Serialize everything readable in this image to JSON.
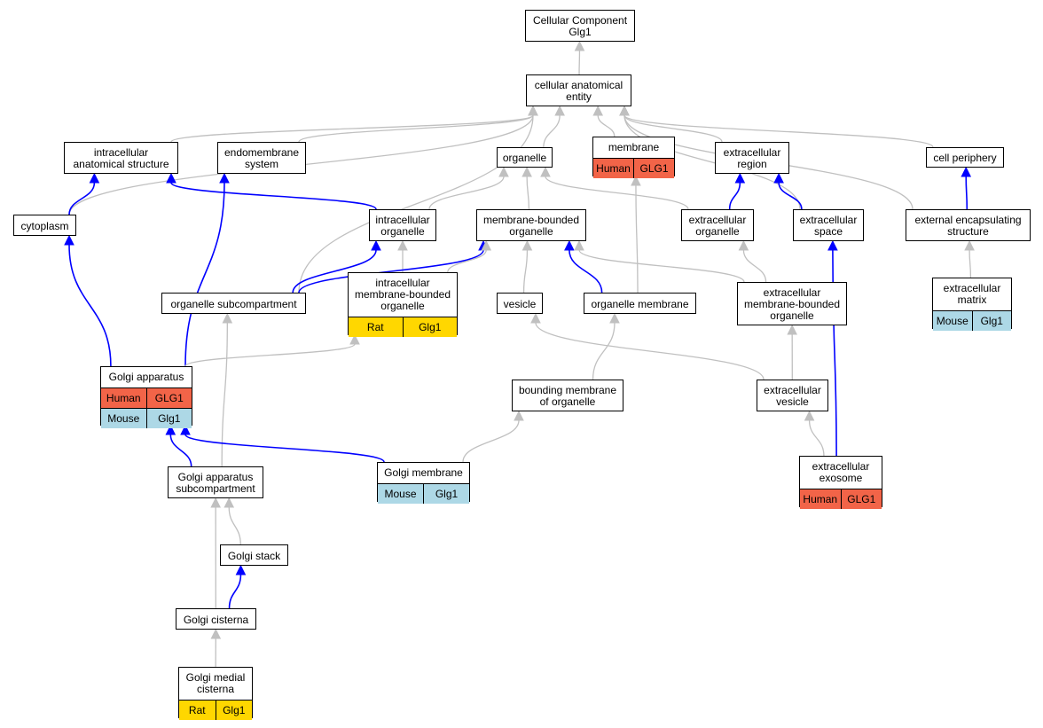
{
  "colors": {
    "highlight_edge": "#0000ff",
    "plain_edge": "#c0c0c0",
    "human": "#f26448",
    "mouse": "#add8e6",
    "rat": "#ffd700"
  },
  "nodes": {
    "root": {
      "label": "Cellular Component\nGlg1"
    },
    "cellular_anatomical_entity": {
      "label": "cellular anatomical\nentity"
    },
    "intracellular_anatomical_structure": {
      "label": "intracellular\nanatomical structure"
    },
    "endomembrane_system": {
      "label": "endomembrane\nsystem"
    },
    "organelle": {
      "label": "organelle"
    },
    "membrane": {
      "label": "membrane",
      "rows": [
        {
          "species": "Human",
          "gene": "GLG1"
        }
      ]
    },
    "extracellular_region": {
      "label": "extracellular\nregion"
    },
    "cell_periphery": {
      "label": "cell periphery"
    },
    "cytoplasm": {
      "label": "cytoplasm"
    },
    "intracellular_organelle": {
      "label": "intracellular\norganelle"
    },
    "membrane_bounded_organelle": {
      "label": "membrane-bounded\norganelle"
    },
    "extracellular_organelle": {
      "label": "extracellular\norganelle"
    },
    "extracellular_space": {
      "label": "extracellular\nspace"
    },
    "external_encapsulating_structure": {
      "label": "external encapsulating\nstructure"
    },
    "organelle_subcompartment": {
      "label": "organelle subcompartment"
    },
    "intracellular_membrane_bounded_organelle": {
      "label": "intracellular\nmembrane-bounded\norganelle",
      "rows": [
        {
          "species": "Rat",
          "gene": "Glg1"
        }
      ]
    },
    "vesicle": {
      "label": "vesicle"
    },
    "organelle_membrane": {
      "label": "organelle membrane"
    },
    "extracellular_membrane_bounded_organelle": {
      "label": "extracellular\nmembrane-bounded\norganelle"
    },
    "extracellular_matrix": {
      "label": "extracellular\nmatrix",
      "rows": [
        {
          "species": "Mouse",
          "gene": "Glg1"
        }
      ]
    },
    "golgi_apparatus": {
      "label": "Golgi apparatus",
      "rows": [
        {
          "species": "Human",
          "gene": "GLG1"
        },
        {
          "species": "Mouse",
          "gene": "Glg1"
        }
      ]
    },
    "bounding_membrane_of_organelle": {
      "label": "bounding membrane\nof organelle"
    },
    "extracellular_vesicle": {
      "label": "extracellular\nvesicle"
    },
    "golgi_membrane": {
      "label": "Golgi membrane",
      "rows": [
        {
          "species": "Mouse",
          "gene": "Glg1"
        }
      ]
    },
    "extracellular_exosome": {
      "label": "extracellular\nexosome",
      "rows": [
        {
          "species": "Human",
          "gene": "GLG1"
        }
      ]
    },
    "golgi_apparatus_subcompartment": {
      "label": "Golgi apparatus\nsubcompartment"
    },
    "golgi_stack": {
      "label": "Golgi stack"
    },
    "golgi_cisterna": {
      "label": "Golgi cisterna"
    },
    "golgi_medial_cisterna": {
      "label": "Golgi medial\ncisterna",
      "rows": [
        {
          "species": "Rat",
          "gene": "Glg1"
        }
      ]
    }
  },
  "edges": [
    {
      "from": "cellular_anatomical_entity",
      "to": "root",
      "style": "plain"
    },
    {
      "from": "intracellular_anatomical_structure",
      "to": "cellular_anatomical_entity",
      "style": "plain"
    },
    {
      "from": "endomembrane_system",
      "to": "cellular_anatomical_entity",
      "style": "plain"
    },
    {
      "from": "organelle",
      "to": "cellular_anatomical_entity",
      "style": "plain"
    },
    {
      "from": "membrane",
      "to": "cellular_anatomical_entity",
      "style": "plain"
    },
    {
      "from": "extracellular_region",
      "to": "cellular_anatomical_entity",
      "style": "plain"
    },
    {
      "from": "cell_periphery",
      "to": "cellular_anatomical_entity",
      "style": "plain"
    },
    {
      "from": "cytoplasm",
      "to": "cellular_anatomical_entity",
      "style": "plain"
    },
    {
      "from": "organelle_subcompartment",
      "to": "cellular_anatomical_entity",
      "style": "plain"
    },
    {
      "from": "extracellular_space",
      "to": "cellular_anatomical_entity",
      "style": "plain"
    },
    {
      "from": "external_encapsulating_structure",
      "to": "cellular_anatomical_entity",
      "style": "plain"
    },
    {
      "from": "cytoplasm",
      "to": "intracellular_anatomical_structure",
      "style": "highlight"
    },
    {
      "from": "intracellular_organelle",
      "to": "intracellular_anatomical_structure",
      "style": "highlight"
    },
    {
      "from": "golgi_apparatus",
      "to": "endomembrane_system",
      "style": "highlight"
    },
    {
      "from": "intracellular_organelle",
      "to": "organelle",
      "style": "plain"
    },
    {
      "from": "membrane_bounded_organelle",
      "to": "organelle",
      "style": "plain"
    },
    {
      "from": "extracellular_organelle",
      "to": "organelle",
      "style": "plain"
    },
    {
      "from": "organelle_membrane",
      "to": "membrane",
      "style": "plain"
    },
    {
      "from": "extracellular_organelle",
      "to": "extracellular_region",
      "style": "highlight"
    },
    {
      "from": "extracellular_space",
      "to": "extracellular_region",
      "style": "highlight"
    },
    {
      "from": "external_encapsulating_structure",
      "to": "cell_periphery",
      "style": "highlight"
    },
    {
      "from": "organelle_subcompartment",
      "to": "intracellular_organelle",
      "style": "highlight"
    },
    {
      "from": "intracellular_membrane_bounded_organelle",
      "to": "intracellular_organelle",
      "style": "plain"
    },
    {
      "from": "organelle_subcompartment",
      "to": "membrane_bounded_organelle",
      "style": "highlight"
    },
    {
      "from": "intracellular_membrane_bounded_organelle",
      "to": "membrane_bounded_organelle",
      "style": "plain"
    },
    {
      "from": "vesicle",
      "to": "membrane_bounded_organelle",
      "style": "plain"
    },
    {
      "from": "organelle_membrane",
      "to": "membrane_bounded_organelle",
      "style": "highlight"
    },
    {
      "from": "extracellular_membrane_bounded_organelle",
      "to": "membrane_bounded_organelle",
      "style": "plain"
    },
    {
      "from": "extracellular_membrane_bounded_organelle",
      "to": "extracellular_organelle",
      "style": "plain"
    },
    {
      "from": "extracellular_exosome",
      "to": "extracellular_space",
      "style": "highlight"
    },
    {
      "from": "extracellular_matrix",
      "to": "external_encapsulating_structure",
      "style": "plain"
    },
    {
      "from": "golgi_apparatus",
      "to": "cytoplasm",
      "style": "highlight"
    },
    {
      "from": "golgi_apparatus",
      "to": "intracellular_membrane_bounded_organelle",
      "style": "plain"
    },
    {
      "from": "golgi_apparatus_subcompartment",
      "to": "organelle_subcompartment",
      "style": "plain"
    },
    {
      "from": "extracellular_vesicle",
      "to": "vesicle",
      "style": "plain"
    },
    {
      "from": "bounding_membrane_of_organelle",
      "to": "organelle_membrane",
      "style": "plain"
    },
    {
      "from": "extracellular_vesicle",
      "to": "extracellular_membrane_bounded_organelle",
      "style": "plain"
    },
    {
      "from": "golgi_membrane",
      "to": "bounding_membrane_of_organelle",
      "style": "plain"
    },
    {
      "from": "golgi_membrane",
      "to": "golgi_apparatus",
      "style": "highlight"
    },
    {
      "from": "golgi_apparatus_subcompartment",
      "to": "golgi_apparatus",
      "style": "highlight"
    },
    {
      "from": "extracellular_exosome",
      "to": "extracellular_vesicle",
      "style": "plain"
    },
    {
      "from": "golgi_stack",
      "to": "golgi_apparatus_subcompartment",
      "style": "plain"
    },
    {
      "from": "golgi_cisterna",
      "to": "golgi_apparatus_subcompartment",
      "style": "plain"
    },
    {
      "from": "golgi_cisterna",
      "to": "golgi_stack",
      "style": "highlight"
    },
    {
      "from": "golgi_medial_cisterna",
      "to": "golgi_cisterna",
      "style": "plain"
    }
  ]
}
